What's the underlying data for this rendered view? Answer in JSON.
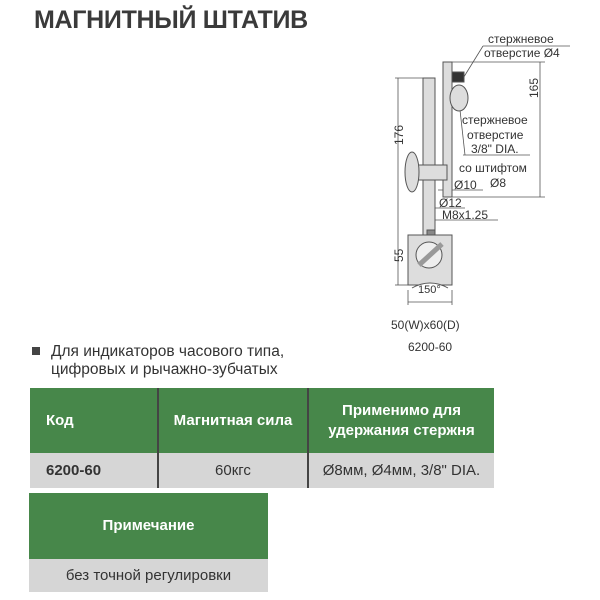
{
  "title": "МАГНИТНЫЙ ШТАТИВ",
  "diagram": {
    "hole4_l1": "стержневое",
    "hole4_l2": "отверстие Ø4",
    "dim165": "165",
    "dim176": "176",
    "dim55": "55",
    "hole38_l1": "стержневое",
    "hole38_l2": "отверстие",
    "hole38_l3": "3/8\" DIA.",
    "pin_l1": "со штифтом",
    "pin_l2": "Ø8",
    "d10": "Ø10",
    "d12": "Ø12",
    "thread": "M8x1.25",
    "angle": "150°",
    "base_size": "50(W)x60(D)",
    "model": "6200-60"
  },
  "bullet": {
    "line1": "Для индикаторов часового типа,",
    "line2": "цифровых и рычажно-зубчатых"
  },
  "spec_table": {
    "headers": [
      "Код",
      "Магнитная сила",
      "Применимо для удержания стержня"
    ],
    "rows": [
      [
        "6200-60",
        "60кгс",
        "Ø8мм, Ø4мм, 3/8\" DIA."
      ]
    ]
  },
  "note_table": {
    "header": "Примечание",
    "value": "без точной регулировки"
  },
  "colors": {
    "header_green": "#47874a",
    "cell_gray": "#d6d6d6"
  }
}
